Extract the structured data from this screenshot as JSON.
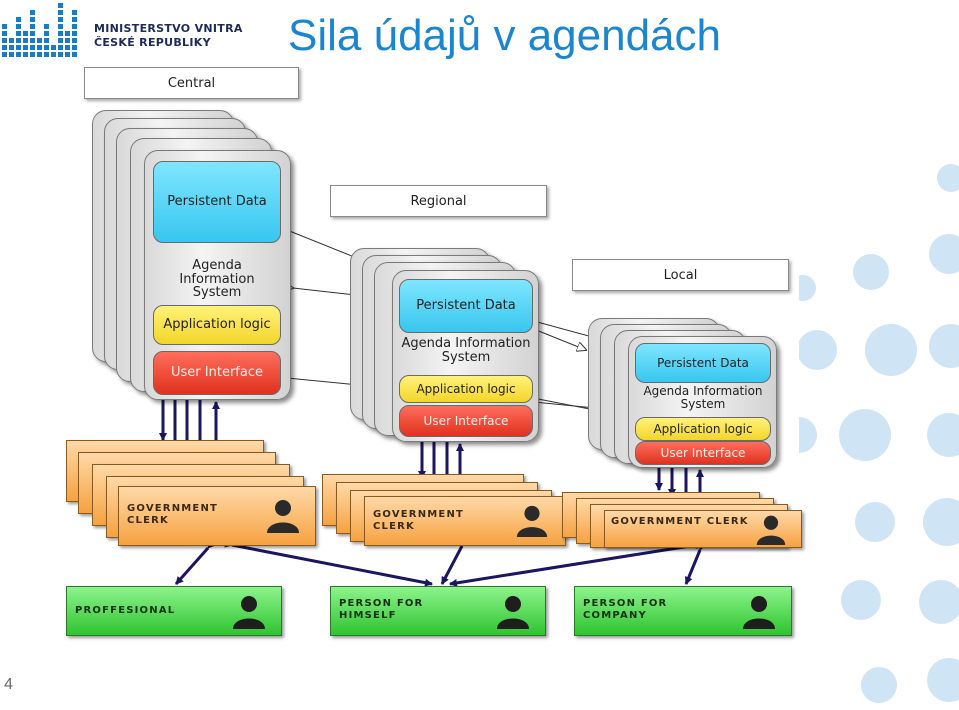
{
  "header": {
    "ministry_line1": "MINISTERSTVO VNITRA",
    "ministry_line2": "ČESKÉ REPUBLIKY",
    "title": "Sila údajů v agendách"
  },
  "levels": {
    "central": "Central",
    "regional": "Regional",
    "local": "Local"
  },
  "system": {
    "persistent_data": "Persistent Data",
    "agenda_info": "Agenda Information System",
    "application_logic": "Application logic",
    "user_interface": "User Interface"
  },
  "clerks": {
    "central": "GOVERNMENT CLERK",
    "regional": "GOVERNMENT CLERK",
    "local": "GOVERNMENT CLERK"
  },
  "actors": {
    "professional": "PROFFESIONAL",
    "person_himself": "PERSON FOR HIMSELF",
    "person_company": "PERSON FOR COMPANY"
  },
  "page_number": "4",
  "colors": {
    "title": "#1a86d0",
    "persistent_data": "#38c6ef",
    "application_logic": "#f3d52a",
    "user_interface": "#e0311f",
    "clerk": "#f6a240",
    "actor": "#2fc42f",
    "decor_dots": "#cfe4f5"
  }
}
